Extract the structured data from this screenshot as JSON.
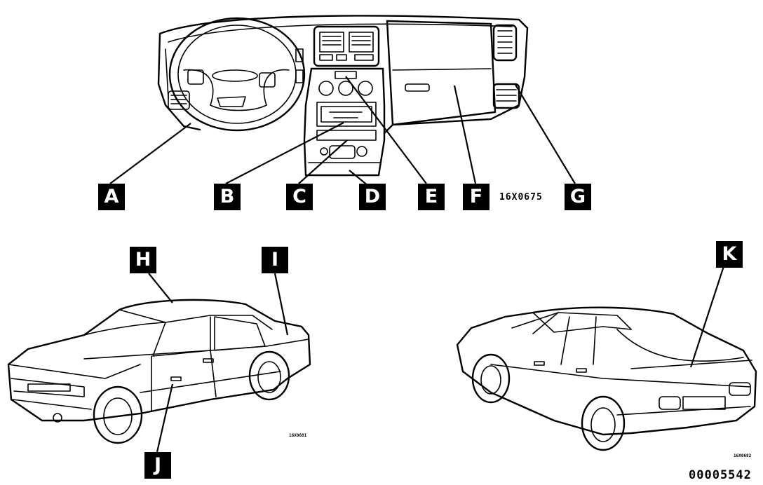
{
  "callouts": {
    "a": "A",
    "b": "B",
    "c": "C",
    "d": "D",
    "e": "E",
    "f": "F",
    "g": "G",
    "h": "H",
    "i": "I",
    "j": "J",
    "k": "K"
  },
  "codes": {
    "dashboard": "16X0675",
    "figure": "00005542",
    "front_view": "16X0681",
    "rear_view": "16X0682"
  }
}
